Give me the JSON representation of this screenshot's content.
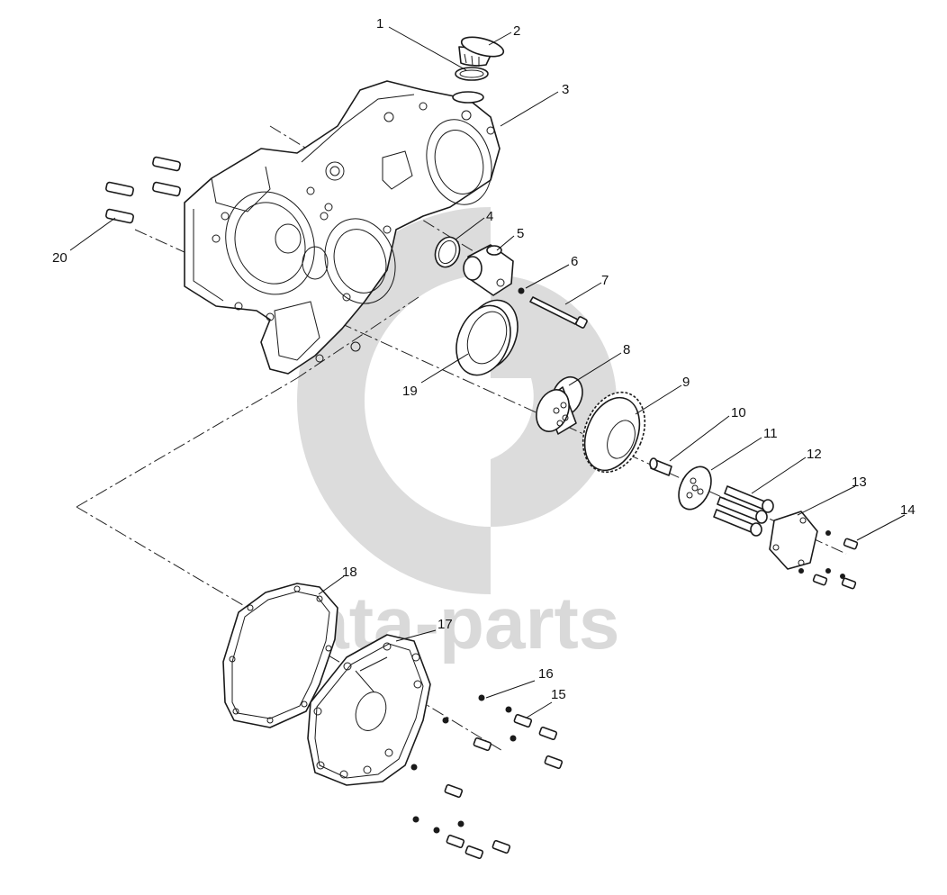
{
  "watermark": {
    "brand": "data-parts"
  },
  "callouts": [
    {
      "number": "1"
    },
    {
      "number": "2"
    },
    {
      "number": "3"
    },
    {
      "number": "4"
    },
    {
      "number": "5"
    },
    {
      "number": "6"
    },
    {
      "number": "7"
    },
    {
      "number": "8"
    },
    {
      "number": "9"
    },
    {
      "number": "10"
    },
    {
      "number": "11"
    },
    {
      "number": "12"
    },
    {
      "number": "13"
    },
    {
      "number": "14"
    },
    {
      "number": "15"
    },
    {
      "number": "16"
    },
    {
      "number": "17"
    },
    {
      "number": "18"
    },
    {
      "number": "19"
    },
    {
      "number": "20"
    }
  ],
  "colors": {
    "line": "#1a1a1a",
    "watermark": "#d9d9d9",
    "background": "#ffffff"
  }
}
